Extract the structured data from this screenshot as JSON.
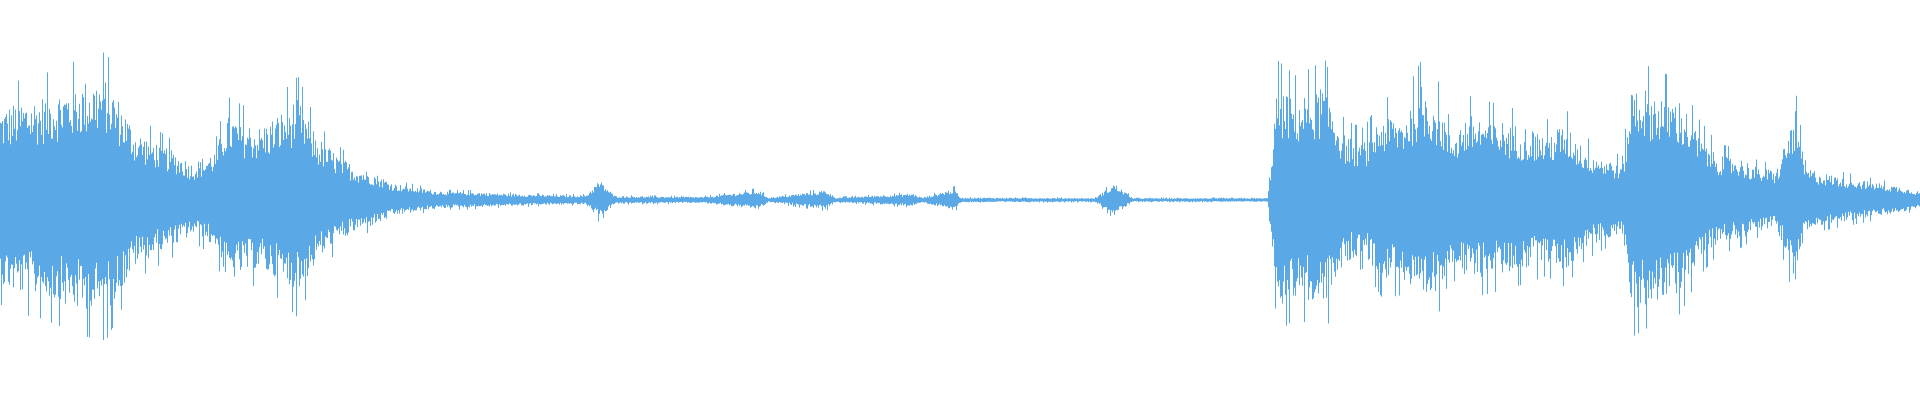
{
  "waveform": {
    "color": "#5aa9e6",
    "background": "#ffffff",
    "type": "audio-waveform",
    "envelope": [
      [
        0.0,
        0.55
      ],
      [
        0.01,
        0.6
      ],
      [
        0.02,
        0.62
      ],
      [
        0.03,
        0.66
      ],
      [
        0.045,
        0.72
      ],
      [
        0.055,
        0.74
      ],
      [
        0.062,
        0.6
      ],
      [
        0.07,
        0.42
      ],
      [
        0.08,
        0.36
      ],
      [
        0.09,
        0.3
      ],
      [
        0.1,
        0.22
      ],
      [
        0.112,
        0.3
      ],
      [
        0.118,
        0.52
      ],
      [
        0.125,
        0.48
      ],
      [
        0.135,
        0.44
      ],
      [
        0.145,
        0.52
      ],
      [
        0.155,
        0.62
      ],
      [
        0.165,
        0.38
      ],
      [
        0.175,
        0.28
      ],
      [
        0.185,
        0.2
      ],
      [
        0.195,
        0.16
      ],
      [
        0.205,
        0.1
      ],
      [
        0.215,
        0.08
      ],
      [
        0.225,
        0.06
      ],
      [
        0.235,
        0.05
      ],
      [
        0.245,
        0.05
      ],
      [
        0.26,
        0.04
      ],
      [
        0.275,
        0.035
      ],
      [
        0.29,
        0.03
      ],
      [
        0.305,
        0.03
      ],
      [
        0.312,
        0.12
      ],
      [
        0.32,
        0.025
      ],
      [
        0.36,
        0.02
      ],
      [
        0.362,
        0.02
      ],
      [
        0.365,
        0.018
      ],
      [
        0.395,
        0.06
      ],
      [
        0.4,
        0.015
      ],
      [
        0.43,
        0.06
      ],
      [
        0.435,
        0.015
      ],
      [
        0.475,
        0.04
      ],
      [
        0.48,
        0.015
      ],
      [
        0.497,
        0.07
      ],
      [
        0.5,
        0.015
      ],
      [
        0.57,
        0.012
      ],
      [
        0.58,
        0.1
      ],
      [
        0.59,
        0.012
      ],
      [
        0.66,
        0.012
      ],
      [
        0.665,
        0.7
      ],
      [
        0.675,
        0.62
      ],
      [
        0.69,
        0.7
      ],
      [
        0.7,
        0.4
      ],
      [
        0.71,
        0.36
      ],
      [
        0.72,
        0.52
      ],
      [
        0.73,
        0.5
      ],
      [
        0.74,
        0.7
      ],
      [
        0.75,
        0.58
      ],
      [
        0.755,
        0.4
      ],
      [
        0.765,
        0.52
      ],
      [
        0.78,
        0.48
      ],
      [
        0.795,
        0.44
      ],
      [
        0.805,
        0.4
      ],
      [
        0.815,
        0.46
      ],
      [
        0.825,
        0.32
      ],
      [
        0.835,
        0.26
      ],
      [
        0.845,
        0.22
      ],
      [
        0.85,
        0.72
      ],
      [
        0.86,
        0.66
      ],
      [
        0.875,
        0.6
      ],
      [
        0.885,
        0.4
      ],
      [
        0.895,
        0.28
      ],
      [
        0.905,
        0.26
      ],
      [
        0.915,
        0.2
      ],
      [
        0.925,
        0.18
      ],
      [
        0.935,
        0.55
      ],
      [
        0.94,
        0.2
      ],
      [
        0.95,
        0.16
      ],
      [
        0.96,
        0.14
      ],
      [
        0.97,
        0.12
      ],
      [
        0.98,
        0.1
      ],
      [
        0.99,
        0.08
      ],
      [
        1.0,
        0.05
      ]
    ]
  }
}
